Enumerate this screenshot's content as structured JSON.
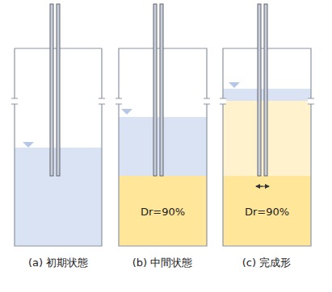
{
  "diagram": {
    "nodes": [
      {
        "text": [
          "Dr=90%"
        ]
      },
      {
        "text": [
          "Dr=90%"
        ]
      }
    ],
    "labels": [
      "(a) 初期状態",
      "(b) 中間状態",
      "(c) 完成形"
    ]
  }
}
